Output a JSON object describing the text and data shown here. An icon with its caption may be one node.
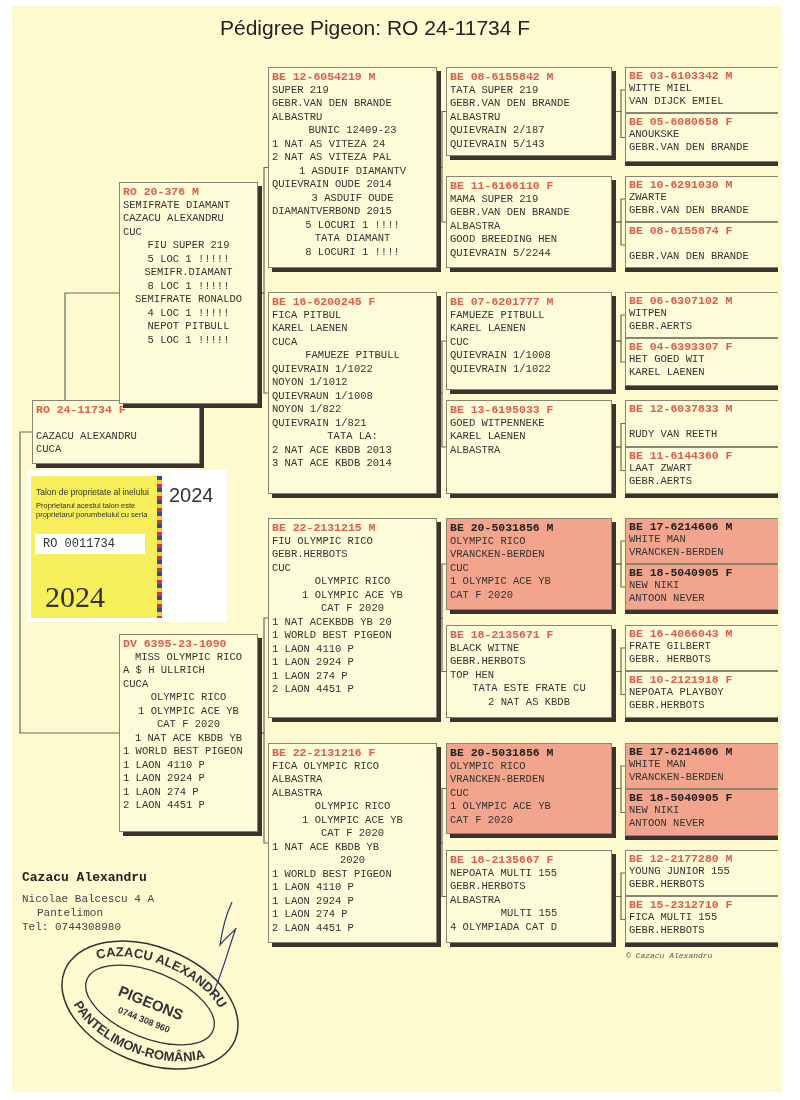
{
  "diagram": {
    "title": "Pédigree Pigeon: RO 24-11734 F",
    "nodes": [
      {
        "text": [
          "RO 24-11734 F",
          "CAZACU ALEXANDRU",
          "CUCA"
        ]
      },
      {
        "text": [
          "RO 20-376 M",
          "SEMIFRATE DIAMANT",
          "CAZACU ALEXANDRU",
          "CUC",
          "FIU SUPER 219",
          "5 LOC 1 !!!!!",
          "SEMIFR.DIAMANT",
          "8 LOC 1 !!!!!",
          "SEMIFRATE RONALDO",
          "4 LOC 1 !!!!!",
          "NEPOT PITBULL",
          "5 LOC 1 !!!!!"
        ]
      },
      {
        "text": [
          "DV 6395-23-1090",
          "MISS OLYMPIC RICO",
          "A $ H ULLRICH",
          "CUCA",
          "OLYMPIC RICO",
          "1 OLYMPIC ACE YB",
          "CAT F 2020",
          "1 NAT ACE KBDB YB",
          "1 WORLD BEST PIGEON",
          "1 LAON 4110 P",
          "1 LAON 2924 P",
          "1 LAON 274 P",
          "2 LAON 4451 P"
        ]
      },
      {
        "text": [
          "BE 12-6054219 M",
          "SUPER 219",
          "GEBR.VAN DEN BRANDE",
          "ALBASTRU",
          "BUNIC 12409-23",
          "1 NAT AS VITEZA 24",
          "2 NAT AS VITEZA PAL",
          "1 ASDUIF DIAMANTV",
          "QUIEVRAIN OUDE 2014",
          "3 ASDUIF OUDE",
          "DIAMANTVERBOND 2015",
          "5 LOCURI 1 !!!!",
          "TATA DIAMANT",
          "8 LOCURI 1 !!!!"
        ]
      },
      {
        "text": [
          "BE 16-6200245 F",
          "FICA PITBUL",
          "KAREL LAENEN",
          "CUCA",
          "FAMUEZE PITBULL",
          "QUIEVRAIN 1/1022",
          "NOYON 1/1012",
          "QUIEVRAUN 1/1008",
          "NOYON 1/822",
          "QUIEVRAIN 1/821",
          "TATA LA:",
          "2 NAT ACE KBDB 2013",
          "3 NAT ACE KBDB 2014"
        ]
      },
      {
        "text": [
          "BE 22-2131215 M",
          "FIU OLYMPIC RICO",
          "GEBR.HERBOTS",
          "CUC",
          "OLYMPIC RICO",
          "1 OLYMPIC ACE YB",
          "CAT F 2020",
          "1 NAT ACEKBDB YB 20",
          "1 WORLD BEST PIGEON",
          "1 LAON 4110 P",
          "1 LAON 2924 P",
          "1 LAON 274 P",
          "2 LAON 4451 P"
        ]
      },
      {
        "text": [
          "BE 22-2131216 F",
          "FICA OLYMPIC RICO",
          "ALBASTRA",
          "ALBASTRA",
          "OLYMPIC RICO",
          "1 OLYMPIC ACE YB",
          "CAT F 2020",
          "1 NAT ACE KBDB YB",
          "2020",
          "1 WORLD BEST PIGEON",
          "1 LAON 4110 P",
          "1 LAON 2924 P",
          "1 LAON 274 P",
          "2 LAON 4451 P"
        ]
      },
      {
        "text": [
          "BE 08-6155842 M",
          "TATA SUPER 219",
          "GEBR.VAN DEN BRANDE",
          "ALBASTRU",
          "QUIEVRAIN 2/187",
          "QUIEVRAIN 5/143"
        ]
      },
      {
        "text": [
          "BE 11-6166110 F",
          "MAMA SUPER 219",
          "GEBR.VAN DEN BRANDE",
          "ALBASTRA",
          "GOOD BREEDING HEN",
          "QUIEVRAIN 5/2244"
        ]
      },
      {
        "text": [
          "BE 07-6201777 M",
          "FAMUEZE PITBULL",
          "KAREL LAENEN",
          "CUC",
          "QUIEVRAIN 1/1008",
          "QUIEVRAIN 1/1022"
        ]
      },
      {
        "text": [
          "BE 13-6195033 F",
          "GOED WITPENNEKE",
          "KAREL LAENEN",
          "ALBASTRA"
        ]
      },
      {
        "text": [
          "BE 20-5031856 M",
          "OLYMPIC RICO",
          "VRANCKEN-BERDEN",
          "CUC",
          "1 OLYMPIC ACE YB",
          "CAT F 2020"
        ]
      },
      {
        "text": [
          "BE 18-2135671 F",
          "BLACK WITNE",
          "GEBR.HERBOTS",
          "TOP HEN",
          "TATA ESTE FRATE CU",
          "2 NAT AS KBDB"
        ]
      },
      {
        "text": [
          "BE 20-5031856 M",
          "OLYMPIC RICO",
          "VRANCKEN-BERDEN",
          "CUC",
          "1 OLYMPIC ACE YB",
          "CAT F 2020"
        ]
      },
      {
        "text": [
          "BE 18-2135667 F",
          "NEPOATA MULTI 155",
          "GEBR.HERBOTS",
          "ALBASTRA",
          "MULTI 155",
          "4 OLYMPIADA CAT D"
        ]
      },
      {
        "text": [
          "BE 03-6103342 M",
          "WITTE MIEL",
          "VAN DIJCK EMIEL"
        ]
      },
      {
        "text": [
          "BE 05-6080658 F",
          "ANOUKSKE",
          "GEBR.VAN DEN BRANDE"
        ]
      },
      {
        "text": [
          "BE 10-6291030 M",
          "ZWARTE",
          "GEBR.VAN DEN BRANDE"
        ]
      },
      {
        "text": [
          "BE 08-6155874 F",
          "GEBR.VAN DEN BRANDE"
        ]
      },
      {
        "text": [
          "BE 06-6307102 M",
          "WITPEN",
          "GEBR.AERTS"
        ]
      },
      {
        "text": [
          "BE 04-6393307 F",
          "HET GOED WIT",
          "KAREL LAENEN"
        ]
      },
      {
        "text": [
          "BE 12-6037833 M",
          "RUDY VAN REETH"
        ]
      },
      {
        "text": [
          "BE 11-6144360 F",
          "LAAT ZWART",
          "GEBR.AERTS"
        ]
      },
      {
        "text": [
          "BE 17-6214606 M",
          "WHITE MAN",
          "VRANCKEN-BERDEN"
        ]
      },
      {
        "text": [
          "BE 18-5040905 F",
          "NEW NIKI",
          "ANTOON NEVER"
        ]
      },
      {
        "text": [
          "BE 16-4066043 M",
          "FRATE GILBERT",
          "GEBR. HERBOTS"
        ]
      },
      {
        "text": [
          "BE 10-2121918 F",
          "NEPOATA PLAYBOY",
          "GEBR.HERBOTS"
        ]
      },
      {
        "text": [
          "BE 17-6214606 M",
          "WHITE MAN",
          "VRANCKEN-BERDEN"
        ]
      },
      {
        "text": [
          "BE 18-5040905 F",
          "NEW NIKI",
          "ANTOON NEVER"
        ]
      },
      {
        "text": [
          "BE 12-2177280 M",
          "YOUNG JUNIOR 155",
          "GEBR.HERBOTS"
        ]
      },
      {
        "text": [
          "BE 15-2312710 F",
          "FICA MULTI 155",
          "GEBR.HERBOTS"
        ]
      },
      {
        "text": [
          "Talon de proprietate al inelului",
          "Proprietarul acestui talon este proprietarul porumbelului cu seria",
          "2024",
          "2024"
        ]
      },
      {
        "text": [
          "RO 0011734"
        ],
        "in": 31
      }
    ],
    "edges": [
      {
        "from": 0,
        "to": 1,
        "arrow": "none"
      },
      {
        "from": 0,
        "to": 2,
        "arrow": "none"
      },
      {
        "from": 1,
        "to": 3,
        "arrow": "none"
      },
      {
        "from": 1,
        "to": 4,
        "arrow": "none"
      },
      {
        "from": 2,
        "to": 5,
        "arrow": "none"
      },
      {
        "from": 2,
        "to": 6,
        "arrow": "none"
      },
      {
        "from": 3,
        "to": 7,
        "arrow": "none"
      },
      {
        "from": 3,
        "to": 8,
        "arrow": "none"
      },
      {
        "from": 4,
        "to": 9,
        "arrow": "none"
      },
      {
        "from": 4,
        "to": 10,
        "arrow": "none"
      },
      {
        "from": 5,
        "to": 11,
        "arrow": "none"
      },
      {
        "from": 5,
        "to": 12,
        "arrow": "none"
      },
      {
        "from": 6,
        "to": 13,
        "arrow": "none"
      },
      {
        "from": 6,
        "to": 14,
        "arrow": "none"
      },
      {
        "from": 7,
        "to": 15,
        "arrow": "none"
      },
      {
        "from": 7,
        "to": 16,
        "arrow": "none"
      },
      {
        "from": 8,
        "to": 17,
        "arrow": "none"
      },
      {
        "from": 8,
        "to": 18,
        "arrow": "none"
      },
      {
        "from": 9,
        "to": 19,
        "arrow": "none"
      },
      {
        "from": 9,
        "to": 20,
        "arrow": "none"
      },
      {
        "from": 10,
        "to": 21,
        "arrow": "none"
      },
      {
        "from": 10,
        "to": 22,
        "arrow": "none"
      },
      {
        "from": 11,
        "to": 23,
        "arrow": "none"
      },
      {
        "from": 11,
        "to": 24,
        "arrow": "none"
      },
      {
        "from": 12,
        "to": 25,
        "arrow": "none"
      },
      {
        "from": 12,
        "to": 26,
        "arrow": "none"
      },
      {
        "from": 13,
        "to": 27,
        "arrow": "none"
      },
      {
        "from": 13,
        "to": 28,
        "arrow": "none"
      },
      {
        "from": 14,
        "to": 29,
        "arrow": "none"
      },
      {
        "from": 14,
        "to": 30,
        "arrow": "none"
      }
    ],
    "labels": [
      "Cazacu Alexandru",
      "Nicolae Balcescu 4 A",
      "Pantelimon",
      "Tel: 0744308980",
      "© Cazacu Alexandru",
      "CAZACU ALEXANDRU",
      "PIGEONS",
      "0744 308 960",
      "PANTELIMON-ROMÂNIA"
    ]
  }
}
